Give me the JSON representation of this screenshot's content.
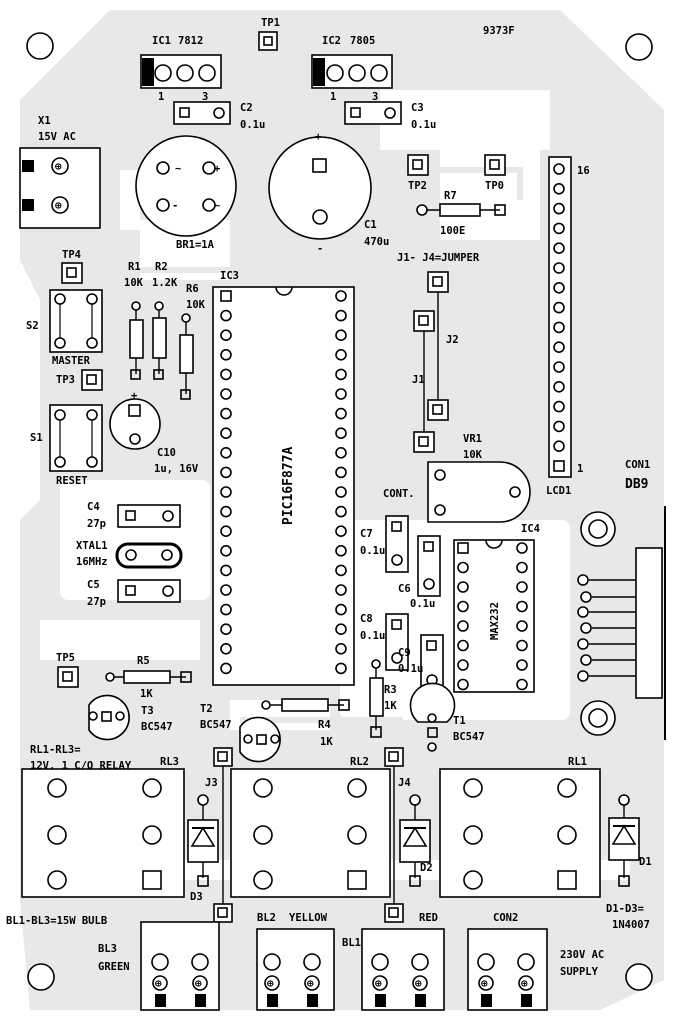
{
  "board_id": "9373F",
  "labels": {
    "ic1": "IC1",
    "ic1_val": "7812",
    "ic2": "IC2",
    "ic2_val": "7805",
    "ic1_pin1": "1",
    "ic1_pin3": "3",
    "ic2_pin1": "1",
    "ic2_pin3": "3",
    "tp1": "TP1",
    "tp0": "TP0",
    "tp2": "TP2",
    "tp3": "TP3",
    "tp4": "TP4",
    "tp5": "TP5",
    "c2": "C2",
    "c2_val": "0.1u",
    "c3": "C3",
    "c3_val": "0.1u",
    "x1": "X1",
    "x1_val": "15V AC",
    "br1": "BR1=1A",
    "c1": "C1",
    "c1_val": "470u",
    "r7": "R7",
    "r7_val": "100E",
    "lcd_pin16": "16",
    "lcd_pin1": "1",
    "lcd1": "LCD1",
    "r1": "R1",
    "r1_val": "10K",
    "r2": "R2",
    "r2_val": "1.2K",
    "r6": "R6",
    "r6_val": "10K",
    "ic3": "IC3",
    "ic3_val": "PIC16F877A",
    "jumper_note": "J1- J4=JUMPER",
    "j1": "J1",
    "j2": "J2",
    "j3": "J3",
    "j4": "J4",
    "s2": "S2",
    "master": "MASTER",
    "s1": "S1",
    "reset": "RESET",
    "c10": "C10",
    "c10_val": "1u, 16V",
    "vr1": "VR1",
    "vr1_val": "10K",
    "cont": "CONT.",
    "con1": "CON1",
    "con1_val": "DB9",
    "c4": "C4",
    "c4_val": "27p",
    "xtal1": "XTAL1",
    "xtal1_val": "16MHz",
    "c5": "C5",
    "c5_val": "27p",
    "c7": "C7",
    "c7_val": "0.1u",
    "c6": "C6",
    "c6_val": "0.1u",
    "ic4": "IC4",
    "ic4_val": "MAX232",
    "c8": "C8",
    "c8_val": "0.1u",
    "c9": "C9",
    "c9_val": "0.1u",
    "r5": "R5",
    "r5_val": "1K",
    "r3": "R3",
    "r3_val": "1K",
    "r4": "R4",
    "r4_val": "1K",
    "t3": "T3",
    "t3_val": "BC547",
    "t2": "T2",
    "t2_val": "BC547",
    "t1": "T1",
    "t1_val": "BC547",
    "relay_note1": "RL1-RL3=",
    "relay_note2": "12V, 1 C/O RELAY",
    "rl3": "RL3",
    "rl2": "RL2",
    "rl1": "RL1",
    "d1": "D1",
    "d2": "D2",
    "d3": "D3",
    "diode_note1": "D1-D3=",
    "diode_note2": "1N4007",
    "bulb_note": "BL1-BL3=15W BULB",
    "bl3": "BL3",
    "green": "GREEN",
    "bl2": "BL2",
    "yellow": "YELLOW",
    "bl1": "BL1",
    "red": "RED",
    "con2": "CON2",
    "supply1": "230V AC",
    "supply2": "SUPPLY",
    "plus": "+",
    "minus": "-",
    "tilde": "~"
  },
  "colors": {
    "copper": "#e8e8e8",
    "ink": "#000000",
    "board": "#ffffff"
  }
}
